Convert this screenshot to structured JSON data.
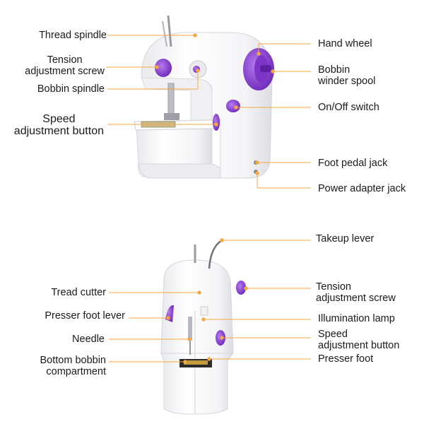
{
  "accent_color": "#f5a742",
  "machine_accent": "#8a3fd1",
  "top_view": {
    "left_labels": {
      "thread_spindle": "Thread spindle",
      "tension_screw_1": "Tension",
      "tension_screw_2": "adjustment screw",
      "bobbin_spindle": "Bobbin spindle",
      "speed_button_1": "Speed",
      "speed_button_2": "adjustment button"
    },
    "right_labels": {
      "hand_wheel": "Hand wheel",
      "bobbin_winder_1": "Bobbin",
      "bobbin_winder_2": "winder spool",
      "on_off_switch": "On/Off switch",
      "foot_pedal_jack": "Foot pedal jack",
      "power_adapter_jack": "Power adapter jack"
    }
  },
  "bottom_view": {
    "left_labels": {
      "thread_cutter": "Tread cutter",
      "presser_foot_lever": "Presser foot lever",
      "needle": "Needle",
      "bottom_bobbin_1": "Bottom bobbin",
      "bottom_bobbin_2": "compartment"
    },
    "right_labels": {
      "takeup_lever": "Takeup lever",
      "tension_screw_1": "Tension",
      "tension_screw_2": "adjustment screw",
      "illumination_lamp": "Illumination lamp",
      "speed_button_1": "Speed",
      "speed_button_2": "adjustment button",
      "presser_foot": "Presser foot"
    }
  }
}
